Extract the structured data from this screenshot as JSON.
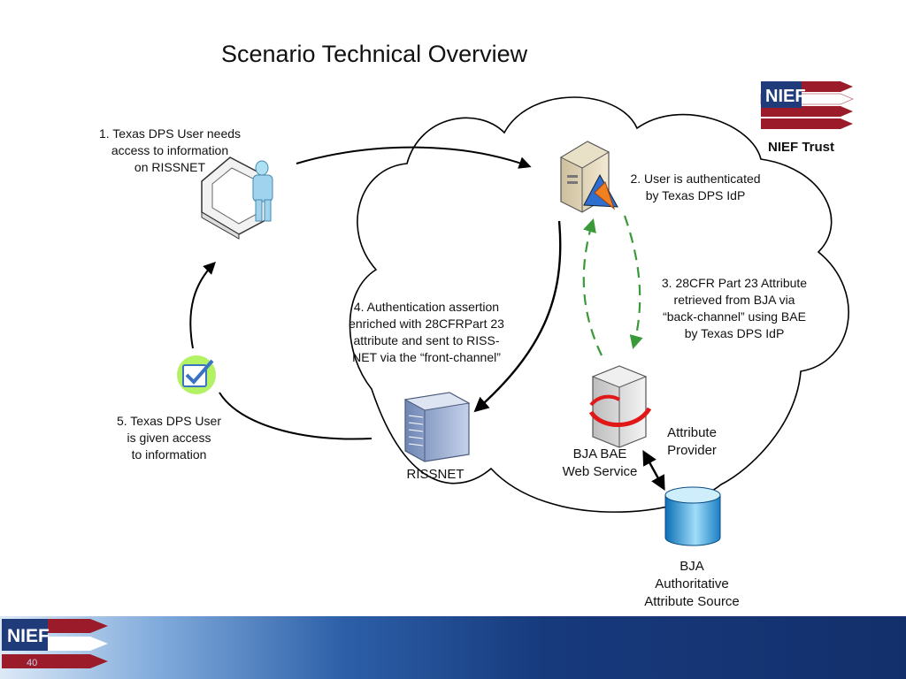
{
  "title": "Scenario Technical Overview",
  "brand": {
    "logo_text": "NIEF",
    "caption": "NIEF Trust"
  },
  "steps": {
    "step1": [
      "1. Texas DPS User needs",
      "access to information",
      "on RISSNET"
    ],
    "step2": [
      "2. User is authenticated",
      "by Texas DPS IdP"
    ],
    "step3": [
      "3. 28CFR Part 23 Attribute",
      "retrieved from BJA via",
      "“back-channel” using BAE",
      "by Texas DPS IdP"
    ],
    "step4": [
      "4. Authentication assertion",
      "enriched with 28CFRPart 23",
      "attribute and sent to RISS-",
      "NET via the “front-channel”"
    ],
    "step5": [
      "5. Texas DPS User",
      "is given access",
      "to information"
    ]
  },
  "nodes": {
    "rissnet": "RISSNET",
    "bae": [
      "BJA BAE",
      "Web Service"
    ],
    "attribute_provider": [
      "Attribute",
      "Provider"
    ],
    "source": [
      "BJA",
      "Authoritative",
      "Attribute Source"
    ]
  },
  "footer": {
    "logo_text": "NIEF",
    "slide_number": "40"
  },
  "colors": {
    "arrow": "#000000",
    "dashed_arrow": "#3a9a3a",
    "logo_red": "#9b1b2a",
    "logo_blue": "#1f3b7a"
  }
}
